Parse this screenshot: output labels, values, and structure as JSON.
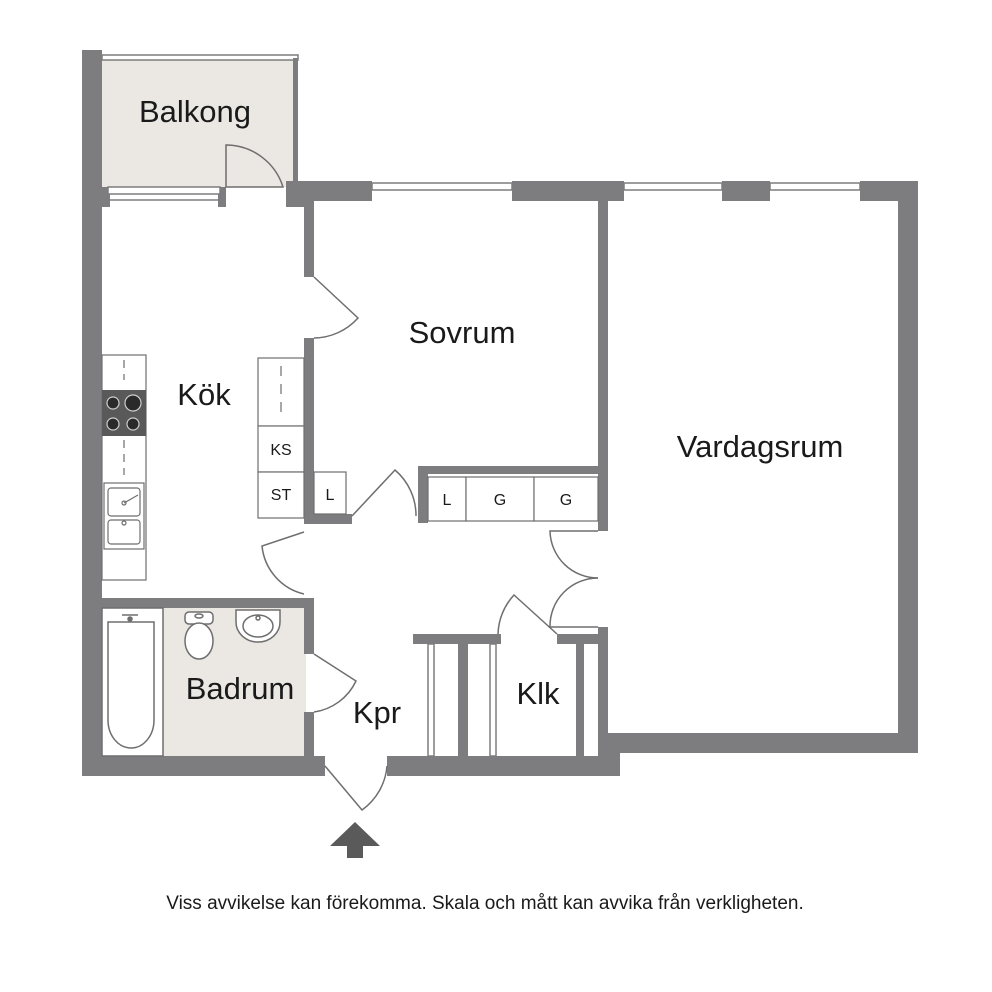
{
  "rooms": {
    "balkong": "Balkong",
    "kok": "Kök",
    "sovrum": "Sovrum",
    "vardagsrum": "Vardagsrum",
    "badrum": "Badrum",
    "kpr": "Kpr",
    "klk": "Klk"
  },
  "fixtures": {
    "ks": "KS",
    "st": "ST",
    "l_kitchen": "L",
    "wardrobe_l": "L",
    "wardrobe_g1": "G",
    "wardrobe_g2": "G"
  },
  "disclaimer": "Viss avvikelse kan förekomma. Skala och mått kan avvika från verkligheten.",
  "colors": {
    "wall": "#7d7d7f",
    "wet_area_floor": "#ebe7e3",
    "line": "#6e6e6e"
  }
}
